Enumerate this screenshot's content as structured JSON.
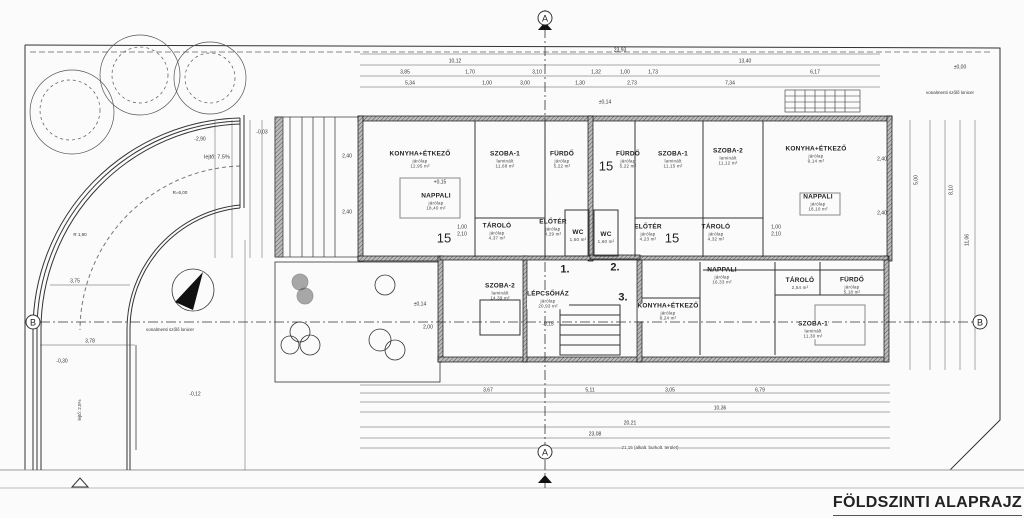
{
  "title": "FÖLDSZINTI ALAPRAJZ",
  "axes": {
    "a": "A",
    "b": "B"
  },
  "rooms": {
    "konyha_1": {
      "name": "KONYHA+ÉTKEZŐ",
      "floor": "járólap",
      "area": "12,95 m²"
    },
    "nappali_1": {
      "name": "NAPPALI",
      "floor": "járólap",
      "area": "18,40 m²"
    },
    "szoba1_a": {
      "name": "SZOBA-1",
      "floor": "laminált",
      "area": "11,68 m²"
    },
    "furdo_a": {
      "name": "FÜRDŐ",
      "floor": "járólap",
      "area": "5,22 m²"
    },
    "furdo_b": {
      "name": "FÜRDŐ",
      "floor": "járólap",
      "area": "5,22 m²"
    },
    "szoba1_b": {
      "name": "SZOBA-1",
      "floor": "laminált",
      "area": "11,15 m²"
    },
    "szoba2_a": {
      "name": "SZOBA-2",
      "floor": "laminált",
      "area": "11,12 m²"
    },
    "konyha_2": {
      "name": "KONYHA+ÉTKEZŐ",
      "floor": "járólap",
      "area": "9,14 m²"
    },
    "nappali_2": {
      "name": "NAPPALI",
      "floor": "járólap",
      "area": "18,10 m²"
    },
    "tarolo_a": {
      "name": "TÁROLÓ",
      "floor": "járólap",
      "area": "4,37 m²"
    },
    "eloter_a": {
      "name": "ELŐTÉR",
      "floor": "járólap",
      "area": "4,29 m²"
    },
    "wc_a": {
      "name": "WC",
      "floor": "járólap",
      "area": "1,60 m²"
    },
    "wc_b": {
      "name": "WC",
      "floor": "járólap",
      "area": "1,60 m²"
    },
    "eloter_b": {
      "name": "ELŐTÉR",
      "floor": "járólap",
      "area": "4,23 m²"
    },
    "tarolo_b": {
      "name": "TÁROLÓ",
      "floor": "járólap",
      "area": "4,32 m²"
    },
    "szoba2_b": {
      "name": "SZOBA-2",
      "floor": "laminált",
      "area": "14,39 m²"
    },
    "lepcsohaz": {
      "name": "LÉPCSŐHÁZ",
      "floor": "járólap",
      "area": "20,93 m²"
    },
    "nappali_3": {
      "name": "NAPPALI",
      "floor": "járólap",
      "area": "16,33 m²"
    },
    "tarolo_c": {
      "name": "TÁROLÓ",
      "floor": "járólap",
      "area": "2,54 m²"
    },
    "furdo_c": {
      "name": "FÜRDŐ",
      "floor": "járólap",
      "area": "5,18 m²"
    },
    "konyha_3": {
      "name": "KONYHA+ÉTKEZŐ",
      "floor": "járólap",
      "area": "8,24 m²"
    },
    "szoba1_c": {
      "name": "SZOBA-1",
      "floor": "laminált",
      "area": "11,30 m²"
    }
  },
  "markers": {
    "n15_a": "15",
    "n15_b": "15",
    "n15_c": "15",
    "st1": "1.",
    "st2": "2.",
    "st3": "3."
  },
  "annotations": {
    "slope": "lejtő: 7.5%",
    "radius_inner": "R=6,00",
    "radius_outer": "R 1,90",
    "border_left": "vonalmenti szőlő lonicer",
    "border_top": "vonalmenti szőlő lonicer",
    "bottom_dim": "21,15 (alkalt. burkolt. terület)",
    "parking_dim": "lejtő: 2,5%"
  },
  "dimensions": {
    "top_total": "23,93",
    "top_a": "10,12",
    "top_b": "13,40",
    "top_c1": "3,85",
    "top_c2": "1,70",
    "top_c3": "3,10",
    "top_c4": "1,32",
    "top_c5": "1,00",
    "top_c6": "1,73",
    "top_c7": "6,17",
    "top_d1": "5,34",
    "top_d2": "1,00",
    "top_d3": "3,00",
    "top_d4": "1,30",
    "top_d5": "2,73",
    "top_d6": "7,34",
    "h_240": "2,40",
    "h_200": "2,00",
    "door_100": "1,00",
    "door_210": "2,10",
    "bot_1": "3,67",
    "bot_2": "5,11",
    "bot_3": "3,05",
    "bot_4": "6,79",
    "bot_5": "10,36",
    "bot_6": "20,21",
    "bot_7": "23,08",
    "side_1": "5,00",
    "side_2": "8,10",
    "side_3": "11,06",
    "left_1": "3,75",
    "left_2": "3,78"
  },
  "levels": {
    "l1": "±0,14",
    "l2": "-0,03",
    "l3": "-0,15",
    "l4": "-0,12",
    "l5": "±0,00",
    "l6": "-2,90",
    "l7": "+0,15",
    "l8": "-0,30"
  }
}
